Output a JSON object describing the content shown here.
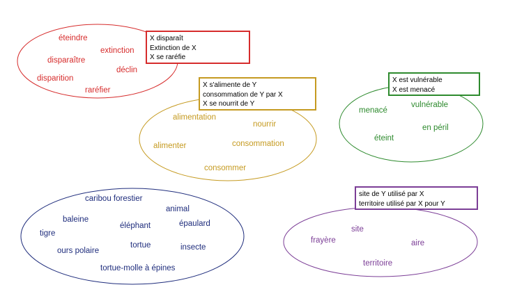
{
  "colors": {
    "red": "#d62b2b",
    "gold": "#c59a20",
    "green": "#2d8a2d",
    "navy": "#1e2c7c",
    "purple": "#7b3d96"
  },
  "groups": {
    "disappear": {
      "words": [
        "éteindre",
        "extinction",
        "disparaître",
        "déclin",
        "disparition",
        "raréfier"
      ],
      "box": [
        "X disparaît",
        "Extinction de X",
        "X se raréfie"
      ]
    },
    "feed": {
      "words": [
        "alimentation",
        "nourrir",
        "alimenter",
        "consommation",
        "consommer"
      ],
      "box": [
        "X s'alimente de Y",
        "consommation de Y par X",
        "X se nourrit de Y"
      ]
    },
    "vulnerable": {
      "words": [
        "menacé",
        "vulnérable",
        "en péril",
        "éteint"
      ],
      "box": [
        "X est vulnérable",
        "X est menacé"
      ]
    },
    "species": {
      "words": [
        "caribou forestier",
        "animal",
        "baleine",
        "épaulard",
        "éléphant",
        "tigre",
        "tortue",
        "ours polaire",
        "insecte",
        "tortue-molle à épines"
      ]
    },
    "territory": {
      "words": [
        "site",
        "frayère",
        "aire",
        "territoire"
      ],
      "box": [
        "site de Y utilisé par X",
        "territoire utilisé par X pour Y"
      ]
    }
  }
}
